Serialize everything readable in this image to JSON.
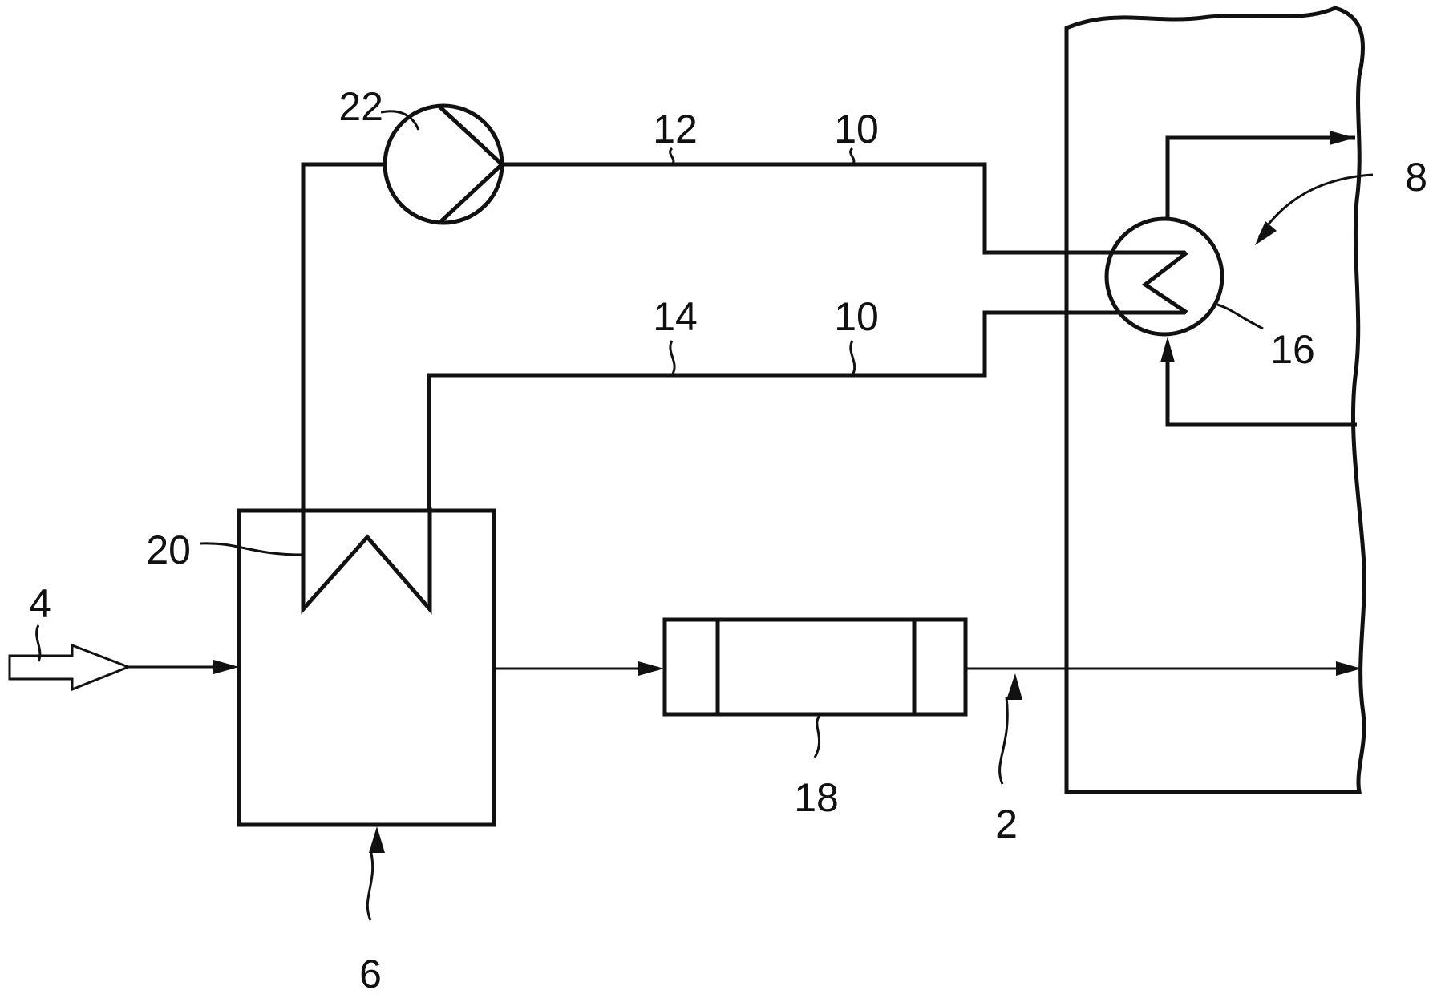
{
  "reference_numerals": {
    "flue_gas_line": "2",
    "input_arrow": "4",
    "container": "6",
    "building": "8",
    "circuit": "10",
    "supply_line": "12",
    "return_line": "14",
    "building_exchanger": "16",
    "filter_unit": "18",
    "container_exchanger": "20",
    "pump": "22"
  }
}
